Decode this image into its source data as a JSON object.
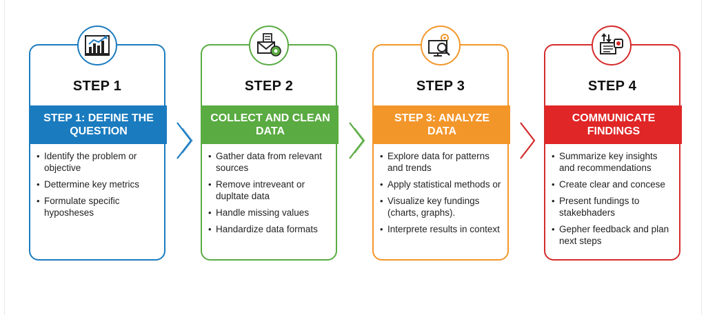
{
  "steps": [
    {
      "title": "STEP 1",
      "banner": "STEP 1: DEFINE THE QUESTION",
      "color": "#1a7bbf",
      "banner_color": "#1a7bbf",
      "icon": "bar-chart-icon",
      "bullets": [
        "Identify the problem or objective",
        "Dettermine key metrics",
        "Formulate specific hyposheses"
      ]
    },
    {
      "title": "STEP 2",
      "banner": "COLLECT AND CLEAN DATA",
      "color": "#5aab42",
      "banner_color": "#5aab42",
      "icon": "envelope-gear-icon",
      "bullets": [
        "Gather data from relevant sources",
        "Remove intreveant or dupltate data",
        "Handle missing values",
        "Handardize data formats"
      ]
    },
    {
      "title": "STEP 3",
      "banner": "STEP 3: ANALYZE DATA",
      "color": "#f3962a",
      "banner_color": "#f3962a",
      "icon": "computer-magnifier-icon",
      "bullets": [
        "Explore data for patterns and trends",
        "Apply statistical methods or",
        "Visualize key fundings (charts, graphs).",
        "Interprete results in context"
      ]
    },
    {
      "title": "STEP 4",
      "banner": "COMMUNICATE FINDINGS",
      "color": "#d52b2b",
      "banner_color": "#e02626",
      "icon": "report-presentation-icon",
      "bullets": [
        "Summarize key insights and recommendations",
        "Create clear and concese",
        "Present fundings to stakebhaders",
        "Gepher feedback and plan next steps"
      ]
    }
  ]
}
